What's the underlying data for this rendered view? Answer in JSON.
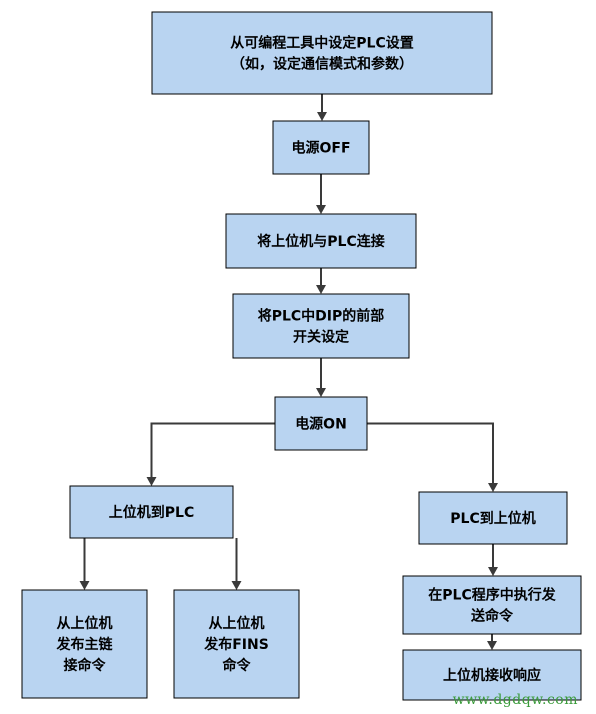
{
  "nodes": [
    {
      "id": "configure",
      "lines": [
        "从可编程工具中设定PLC设置",
        "（如，设定通信模式和参数）"
      ]
    },
    {
      "id": "power-off",
      "lines": [
        "电源OFF"
      ]
    },
    {
      "id": "connect",
      "lines": [
        "将上位机与PLC连接"
      ]
    },
    {
      "id": "dip-switch",
      "lines": [
        "将PLC中DIP的前部",
        "开关设定"
      ]
    },
    {
      "id": "power-on",
      "lines": [
        "电源ON"
      ]
    },
    {
      "id": "host-to-plc",
      "lines": [
        "上位机到PLC"
      ]
    },
    {
      "id": "plc-to-host",
      "lines": [
        "PLC到上位机"
      ]
    },
    {
      "id": "host-link-cmd",
      "lines": [
        "从上位机",
        "发布主链",
        "接命令"
      ]
    },
    {
      "id": "fins-cmd",
      "lines": [
        "从上位机",
        "发布FINS",
        "命令"
      ]
    },
    {
      "id": "exec-send",
      "lines": [
        "在PLC程序中执行发",
        "送命令"
      ]
    },
    {
      "id": "receive",
      "lines": [
        "上位机接收响应"
      ]
    }
  ],
  "edges": [
    [
      "configure",
      "power-off"
    ],
    [
      "power-off",
      "connect"
    ],
    [
      "connect",
      "dip-switch"
    ],
    [
      "dip-switch",
      "power-on"
    ],
    [
      "power-on",
      "host-to-plc"
    ],
    [
      "power-on",
      "plc-to-host"
    ],
    [
      "host-to-plc",
      "host-link-cmd"
    ],
    [
      "host-to-plc",
      "fins-cmd"
    ],
    [
      "plc-to-host",
      "exec-send"
    ],
    [
      "exec-send",
      "receive"
    ]
  ],
  "watermark": "www.dgdqw.com",
  "colors": {
    "box_fill": "#b9d4f1",
    "box_stroke": "#000000",
    "line": "#3a3a3a",
    "watermark": "#3a9b3a"
  }
}
